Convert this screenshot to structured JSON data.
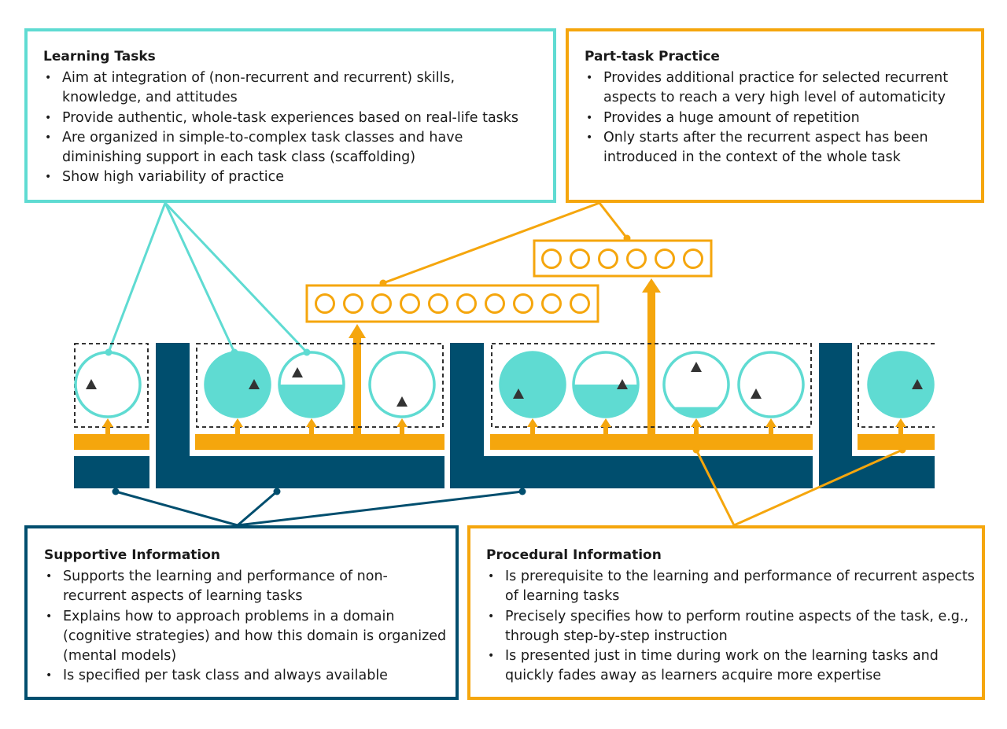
{
  "learning_tasks": {
    "title": "Learning Tasks",
    "items": [
      "Aim at integration of (non-recurrent and recurrent) skills, knowledge, and attitudes",
      "Provide authentic, whole-task experiences based on real-life tasks",
      "Are organized in simple-to-complex task classes and have diminishing support in each task class (scaffolding)",
      "Show high variability of practice"
    ]
  },
  "part_task_practice": {
    "title": "Part-task Practice",
    "items": [
      "Provides additional practice for selected recurrent aspects to reach a very high level of automaticity",
      "Provides a huge amount of repetition",
      "Only starts after the recurrent aspect has been introduced in the context of the whole task"
    ]
  },
  "supportive_information": {
    "title": "Supportive Information",
    "items": [
      "Supports the learning and performance of non-recurrent aspects of learning tasks",
      "Explains how to approach problems in a domain (cognitive strategies) and how this domain is organized (mental models)",
      "Is specified per task class and always available"
    ]
  },
  "procedural_information": {
    "title": "Procedural Information",
    "items": [
      "Is prerequisite to the learning and performance of recurrent aspects of learning tasks",
      "Precisely specifies how to perform routine aspects of the task, e.g., through step-by-step instruction",
      "Is presented just in time during work on the learning tasks and quickly fades away as learners acquire more expertise"
    ]
  },
  "colors": {
    "learning_tasks": "#5fdbd2",
    "part_task": "#f5a60d",
    "supportive": "#004e6e",
    "procedural": "#f5a60d",
    "triangle": "#333333"
  },
  "task_fill_levels": [
    0,
    1,
    0.5,
    0,
    1,
    0.5,
    0.15,
    0,
    1
  ],
  "part_task_row_counts": [
    10,
    6
  ]
}
